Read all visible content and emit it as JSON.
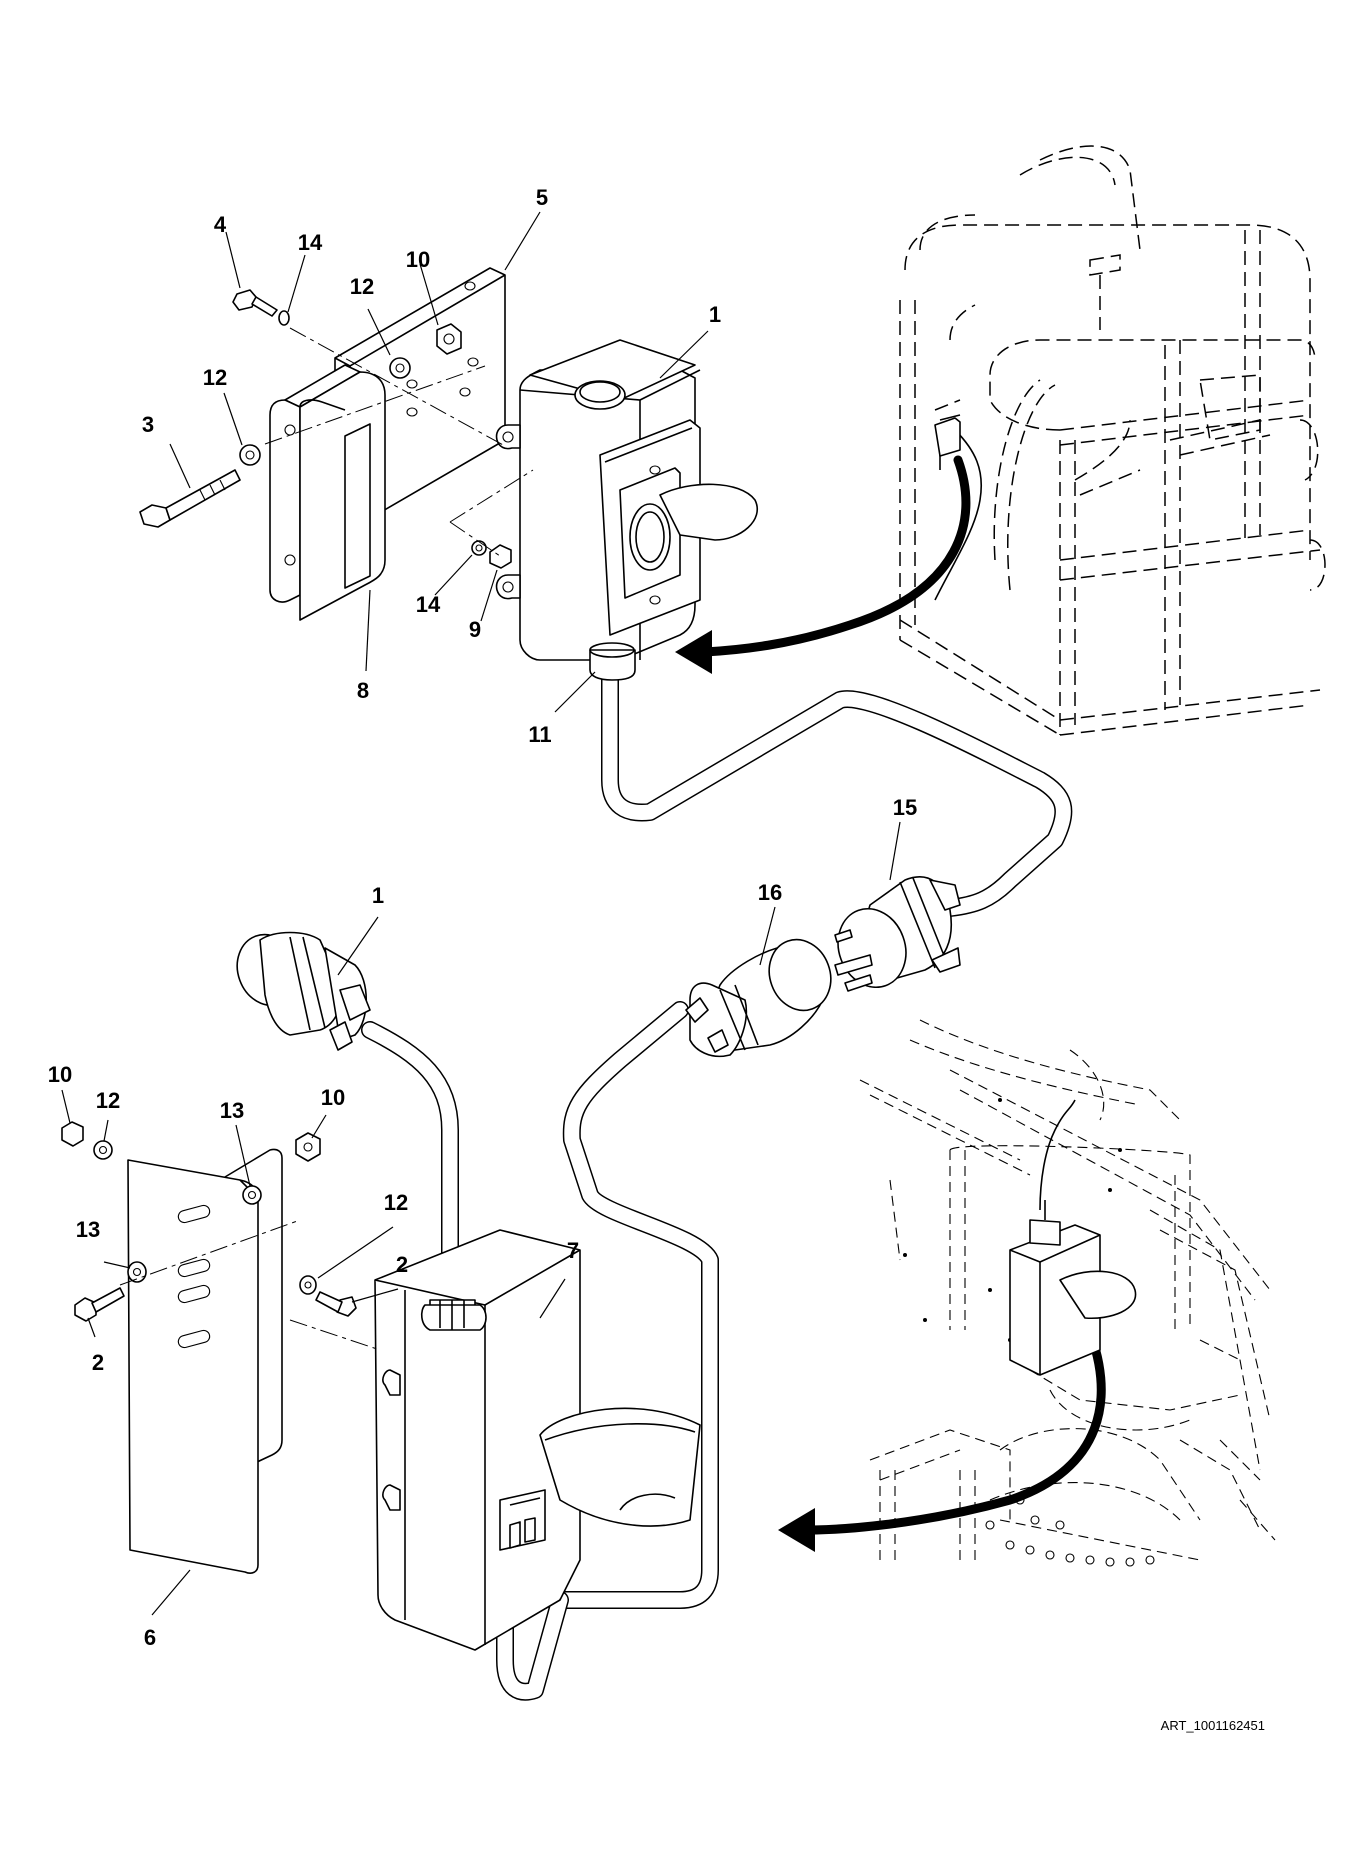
{
  "figure": {
    "art_id": "ART_1001162451"
  },
  "callouts": [
    {
      "id": "c5",
      "text": "5"
    },
    {
      "id": "c4",
      "text": "4"
    },
    {
      "id": "c14a",
      "text": "14"
    },
    {
      "id": "c10a",
      "text": "10"
    },
    {
      "id": "c12a",
      "text": "12"
    },
    {
      "id": "c1a",
      "text": "1"
    },
    {
      "id": "c12b",
      "text": "12"
    },
    {
      "id": "c3",
      "text": "3"
    },
    {
      "id": "c14b",
      "text": "14"
    },
    {
      "id": "c9",
      "text": "9"
    },
    {
      "id": "c8",
      "text": "8"
    },
    {
      "id": "c11",
      "text": "11"
    },
    {
      "id": "c15",
      "text": "15"
    },
    {
      "id": "c1b",
      "text": "1"
    },
    {
      "id": "c16",
      "text": "16"
    },
    {
      "id": "c10b",
      "text": "10"
    },
    {
      "id": "c12c",
      "text": "12"
    },
    {
      "id": "c13a",
      "text": "13"
    },
    {
      "id": "c10c",
      "text": "10"
    },
    {
      "id": "c12d",
      "text": "12"
    },
    {
      "id": "c13b",
      "text": "13"
    },
    {
      "id": "c7",
      "text": "7"
    },
    {
      "id": "c2a",
      "text": "2"
    },
    {
      "id": "c2b",
      "text": "2"
    },
    {
      "id": "c6",
      "text": "6"
    }
  ]
}
